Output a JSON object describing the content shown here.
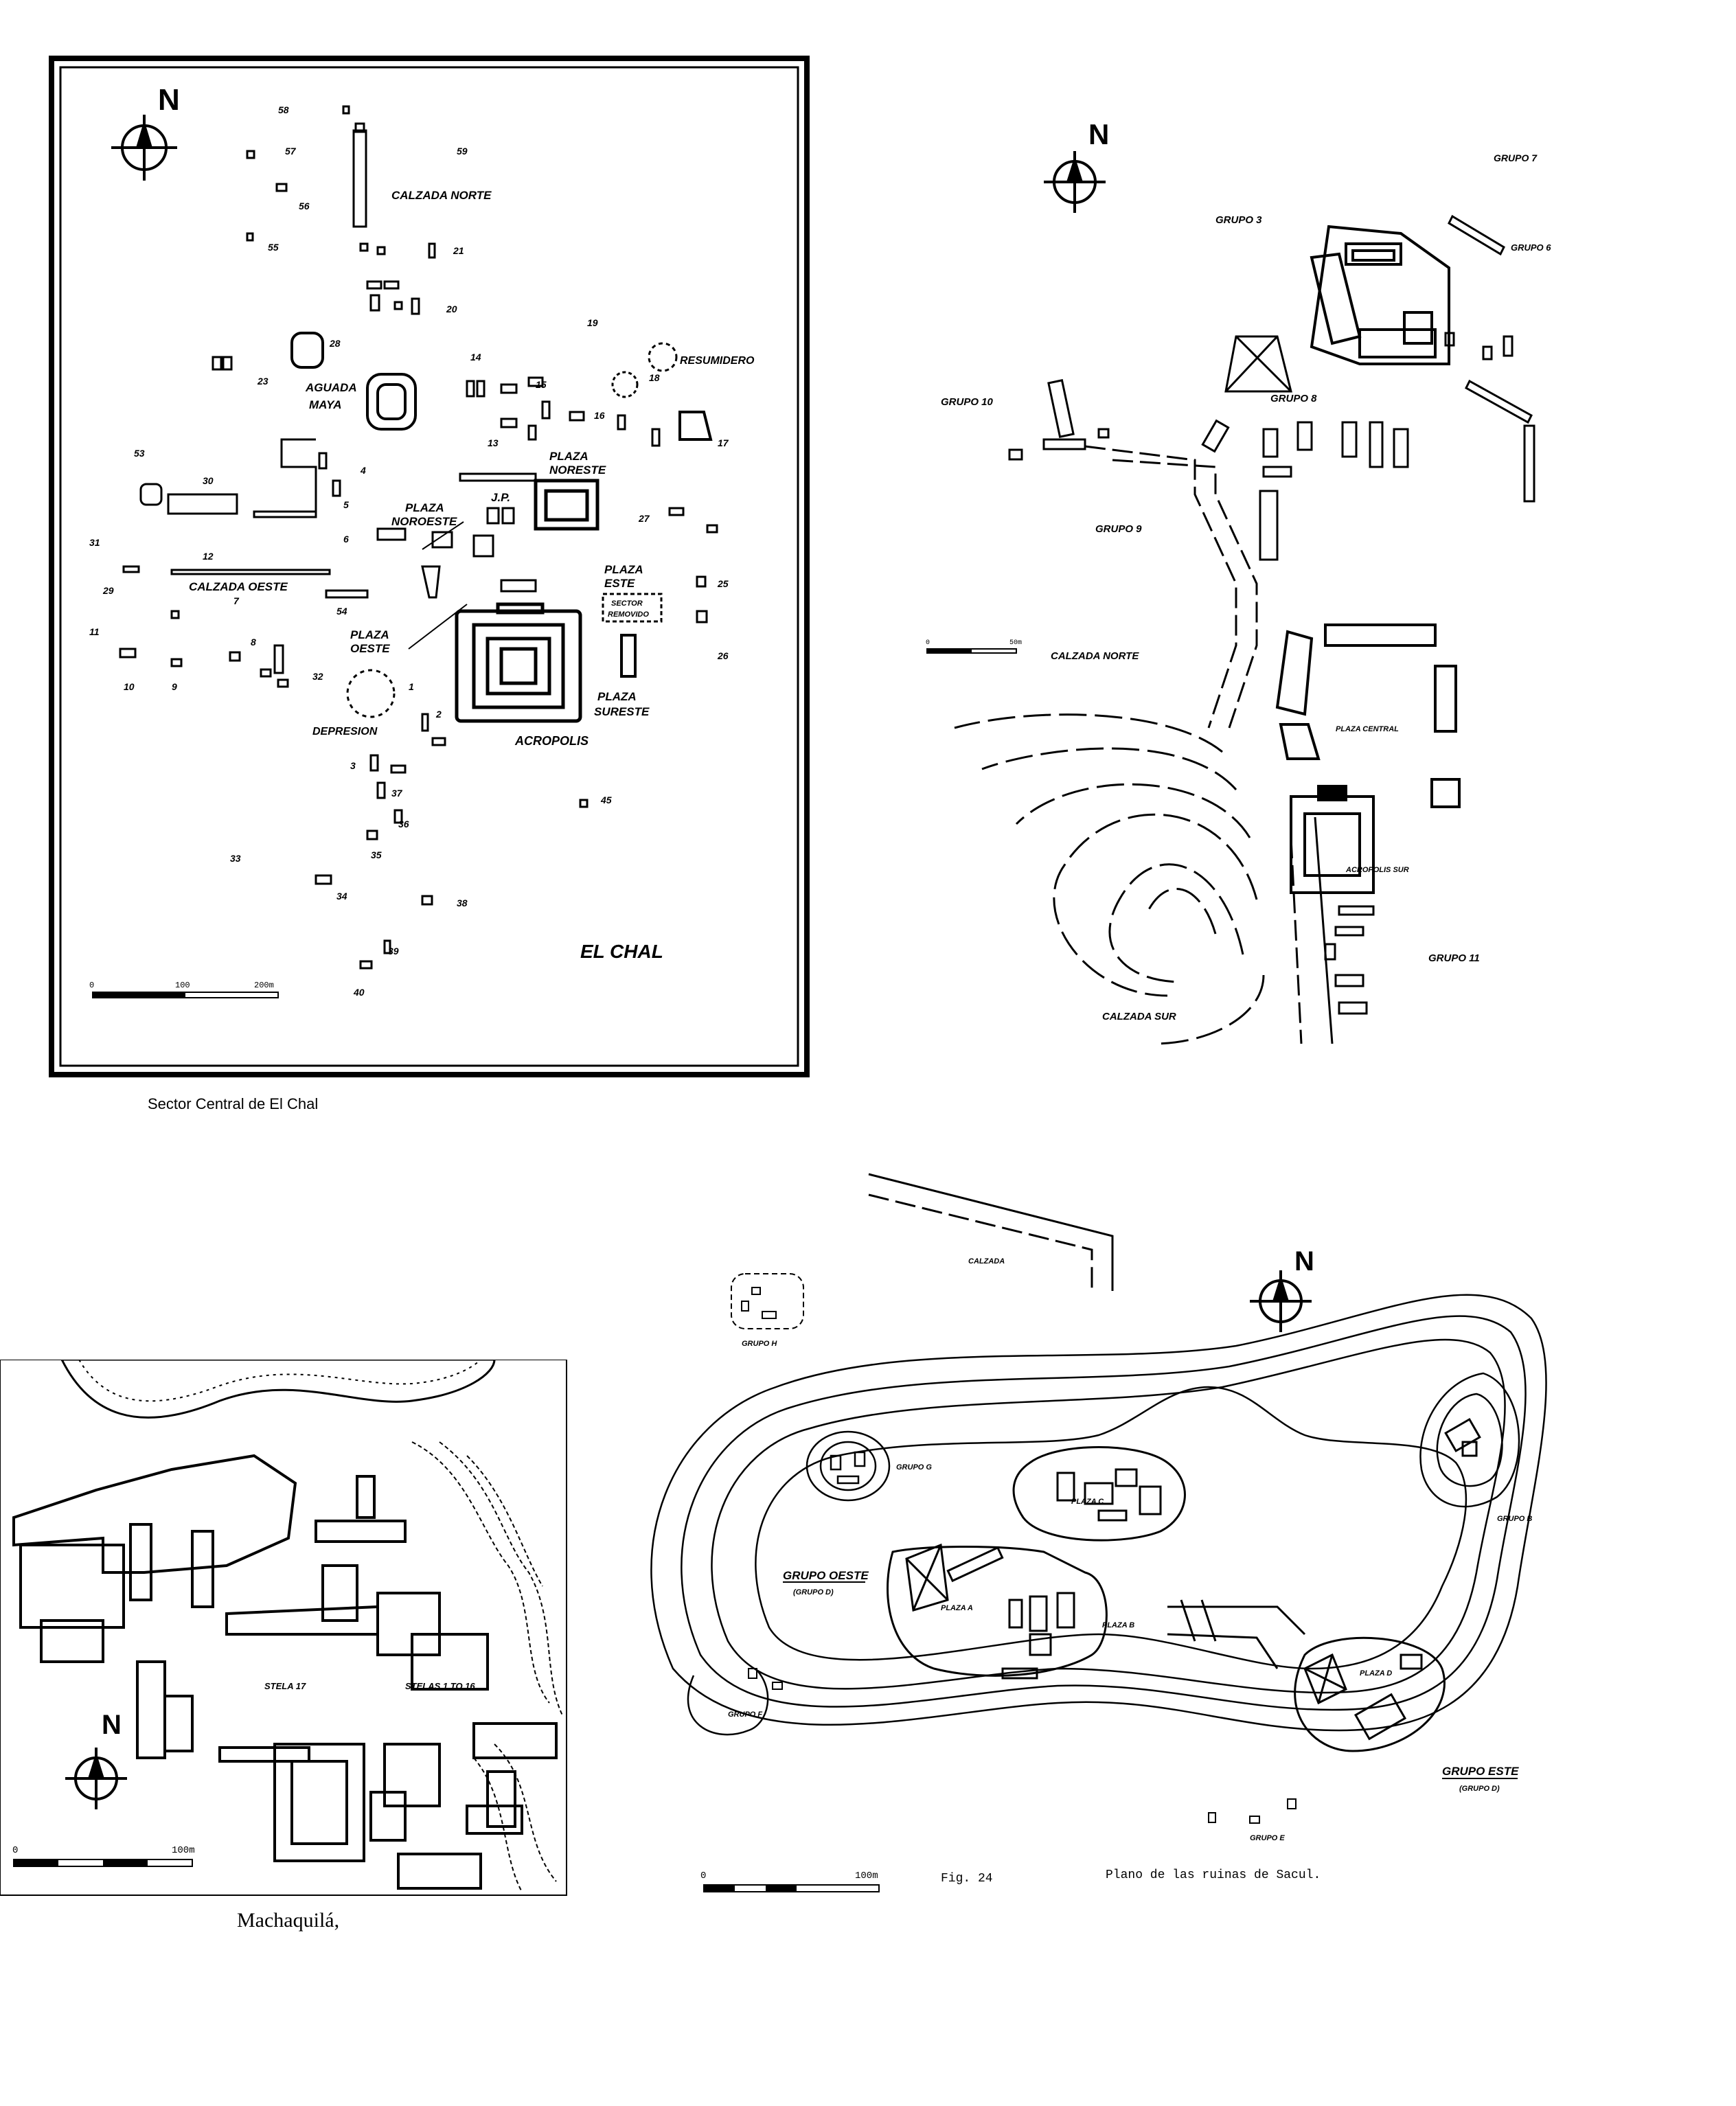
{
  "el_chal": {
    "caption": "Sector Central de El Chal",
    "site_name": "EL CHAL",
    "north": "N",
    "labels": {
      "calzada_norte": "CALZADA NORTE",
      "resumidero": "RESUMIDERO",
      "aguada": "AGUADA",
      "maya": "MAYA",
      "plaza_noreste_1": "PLAZA",
      "plaza_noreste_2": "NORESTE",
      "plaza_noroeste_1": "PLAZA",
      "plaza_noroeste_2": "NOROESTE",
      "jp": "J.P.",
      "plaza_este_1": "PLAZA",
      "plaza_este_2": "ESTE",
      "sector_1": "SECTOR",
      "sector_2": "REMOVIDO",
      "calzada_oeste": "CALZADA OESTE",
      "plaza_oeste_1": "PLAZA",
      "plaza_oeste_2": "OESTE",
      "plaza_sureste_1": "PLAZA",
      "plaza_sureste_2": "SURESTE",
      "depresion": "DEPRESION",
      "acropolis": "ACROPOLIS"
    },
    "numbers": [
      "58",
      "57",
      "59",
      "56",
      "55",
      "21",
      "20",
      "28",
      "19",
      "14",
      "23",
      "15",
      "18",
      "16",
      "17",
      "13",
      "53",
      "4",
      "30",
      "5",
      "27",
      "31",
      "6",
      "12",
      "54",
      "25",
      "29",
      "7",
      "11",
      "26",
      "8",
      "32",
      "10",
      "9",
      "1",
      "2",
      "3",
      "37",
      "36",
      "45",
      "33",
      "35",
      "34",
      "38",
      "39",
      "40"
    ],
    "scale": [
      "0",
      "100",
      "200m"
    ]
  },
  "grupo_map": {
    "north": "N",
    "labels": {
      "grupo7": "GRUPO 7",
      "grupo3": "GRUPO 3",
      "grupo6": "GRUPO 6",
      "grupo8": "GRUPO 8",
      "grupo10": "GRUPO 10",
      "grupo9": "GRUPO 9",
      "calzada_norte": "CALZADA NORTE",
      "plaza_central": "PLAZA CENTRAL",
      "acropolis_sur": "ACROPOLIS SUR",
      "grupo11": "GRUPO 11",
      "calzada_sur": "CALZADA SUR"
    },
    "scale": [
      "0",
      "50m"
    ]
  },
  "machaquila": {
    "caption": "Machaquilá,",
    "north": "N",
    "labels": {
      "stela17": "STELA 17",
      "stelas": "STELAS 1 TO 16"
    },
    "scale": [
      "0",
      "100m"
    ]
  },
  "sacul": {
    "north": "N",
    "fig": "Fig. 24",
    "caption": "Plano de las ruinas de Sacul.",
    "labels": {
      "calzada": "CALZADA",
      "grupo_h": "GRUPO H",
      "grupo_g": "GRUPO G",
      "plaza_c": "PLAZA C",
      "grupo_oeste": "GRUPO OESTE",
      "grupo_oeste_sub": "(GRUPO D)",
      "plaza_a": "PLAZA A",
      "plaza_b": "PLAZA B",
      "grupo_f": "GRUPO F",
      "grupo_b": "GRUPO B",
      "plaza_d": "PLAZA D",
      "grupo_este": "GRUPO ESTE",
      "grupo_este_sub": "(GRUPO D)",
      "grupo_e": "GRUPO E"
    },
    "scale": [
      "0",
      "100m"
    ]
  }
}
